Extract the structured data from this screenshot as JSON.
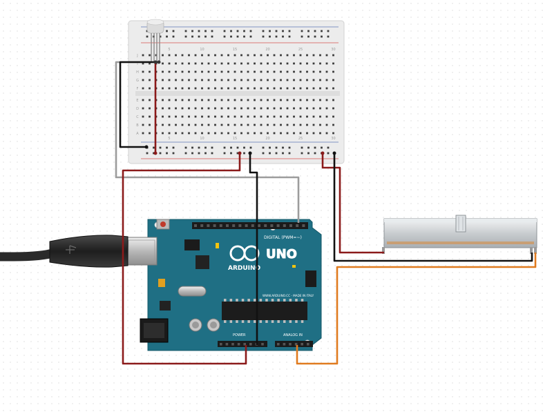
{
  "background": {
    "paper": "#ffffff",
    "grid_dots": "#e4e4e4"
  },
  "breadboard": {
    "body_color": "#e9e9e9",
    "hole_color": "#3b3b3b",
    "positive_rail_color": "#d9534f",
    "negative_rail_color": "#5b79b8",
    "column_numbers_top": [
      "5",
      "10",
      "15",
      "20",
      "25",
      "30"
    ],
    "column_numbers_bottom": [
      "5",
      "10",
      "15",
      "20",
      "25",
      "30"
    ],
    "row_letters_top": [
      "J",
      "I",
      "H",
      "G",
      "F"
    ],
    "row_letters_bottom": [
      "E",
      "D",
      "C",
      "B",
      "A"
    ]
  },
  "arduino": {
    "board_color": "#1f6f84",
    "logo_text": "ARDUINO",
    "model_text": "UNO",
    "digital_header_label": "DIGITAL (PWM=~)",
    "analog_header_label": "ANALOG IN",
    "power_header_label": "POWER",
    "footer_text": "WWW.ARDUINO.CC - MADE IN ITALY"
  },
  "components": {
    "rgb_led": {
      "color": "#d8d8d8"
    },
    "slide_potentiometer": {
      "body_color": "#cfd3d6",
      "track_color": "#d98a3b"
    },
    "usb_cable": {
      "color": "#2a2a2a"
    }
  },
  "wires": {
    "red": "#8b1a1a",
    "black": "#111111",
    "grey": "#9c9c9c",
    "orange": "#e07b1f"
  }
}
